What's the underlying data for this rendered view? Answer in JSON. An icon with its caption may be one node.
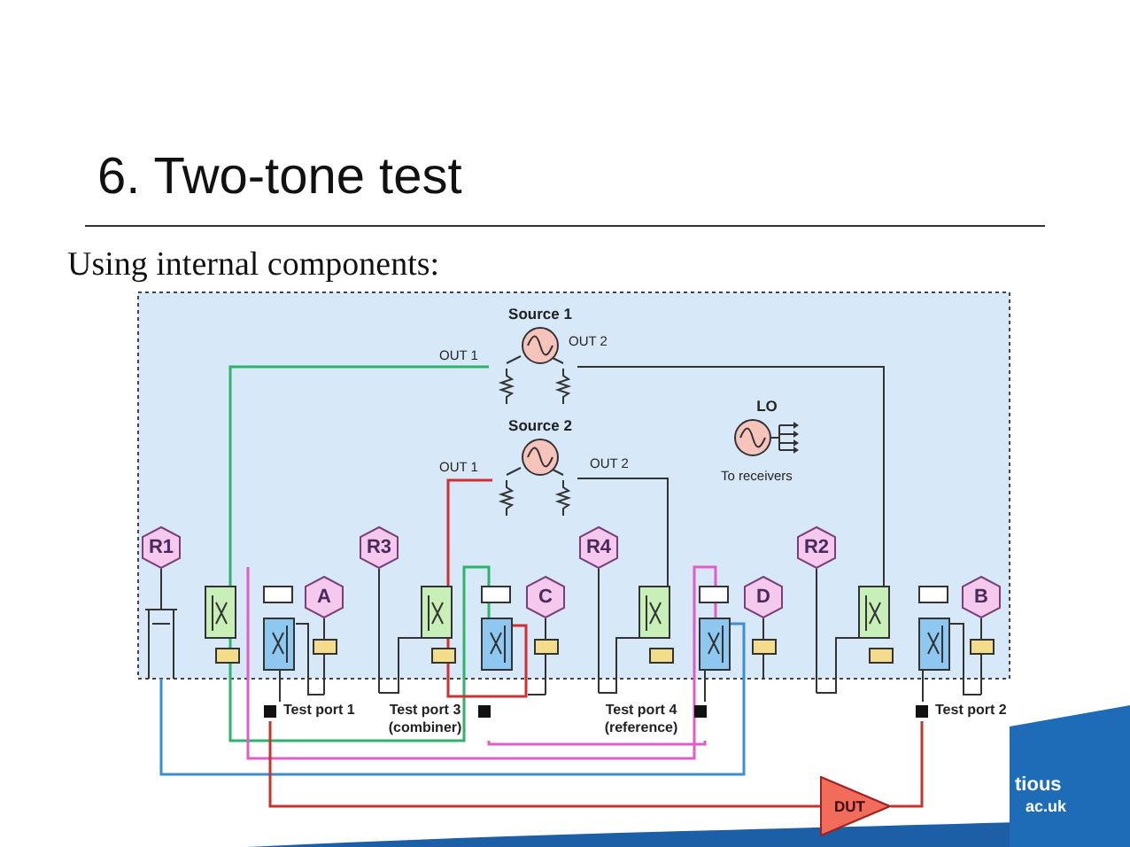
{
  "diagram": {
    "title": "6. Two-tone test",
    "nodes": [
      {
        "text": [
          "Source 1"
        ],
        "beside": [
          "OUT 1",
          "OUT 2"
        ]
      },
      {
        "text": [
          "LO"
        ],
        "beside": [
          "To receivers"
        ]
      },
      {
        "text": [
          "Source 2"
        ],
        "beside": [
          "OUT 1",
          "OUT 2"
        ]
      },
      {
        "text": [
          "R1"
        ]
      },
      {
        "text": [
          "R3"
        ]
      },
      {
        "text": [
          "R4"
        ]
      },
      {
        "text": [
          "R2"
        ]
      },
      {
        "text": [
          "A"
        ]
      },
      {
        "text": [
          "C"
        ]
      },
      {
        "text": [
          "D"
        ]
      },
      {
        "text": [
          "B"
        ]
      },
      {
        "text": [
          "Test port 1"
        ]
      },
      {
        "text": [
          "Test port 3 (combiner)"
        ]
      },
      {
        "text": [
          "Test port 4 (reference)"
        ]
      },
      {
        "text": [
          "Test port 2"
        ]
      },
      {
        "text": [
          "DUT"
        ]
      }
    ],
    "edges": [
      {
        "from": 11,
        "to": 15,
        "arrow": "none"
      },
      {
        "from": 15,
        "to": 14,
        "arrow": "none"
      },
      {
        "from": 12,
        "to": 13,
        "arrow": "none",
        "color": "#e05cc8"
      }
    ],
    "labels": [
      "Using internal components:",
      "tious",
      "ac.uk"
    ]
  }
}
